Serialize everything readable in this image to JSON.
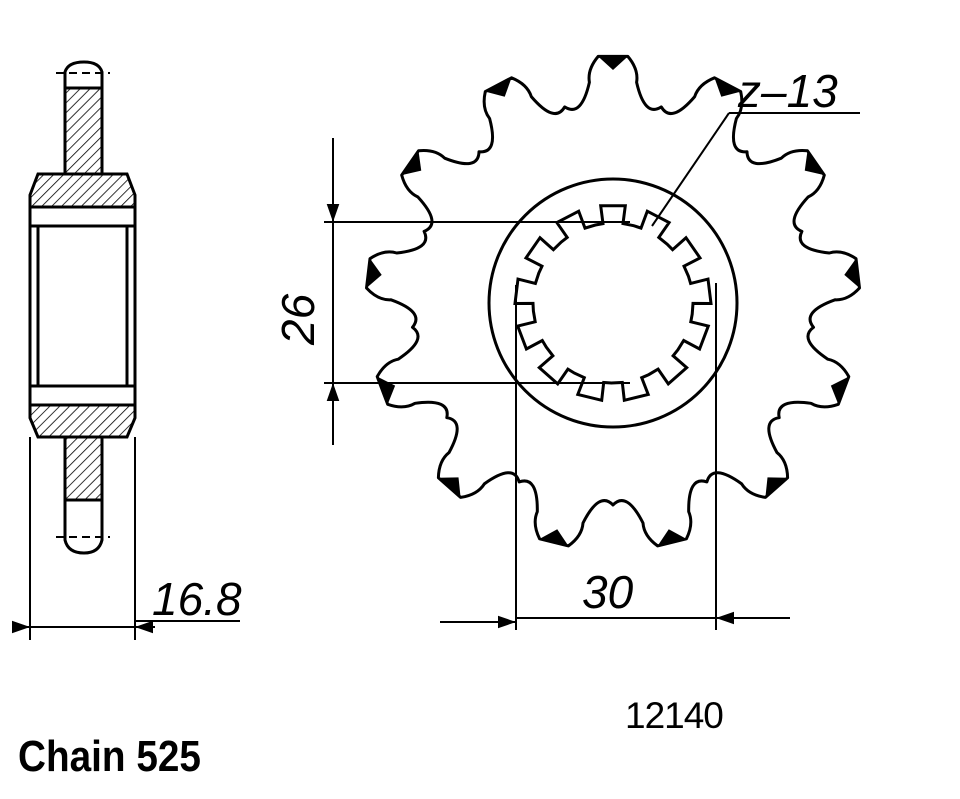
{
  "drawing": {
    "width_dimension": "16.8",
    "bore_dimension": "26",
    "spline_dimension": "30",
    "teeth_label": "z–13",
    "part_number": "12140",
    "chain_label": "Chain 525"
  },
  "sprocket": {
    "teeth_count": 13,
    "spline_count": 13
  },
  "colors": {
    "line": "#000000",
    "background": "#ffffff"
  }
}
